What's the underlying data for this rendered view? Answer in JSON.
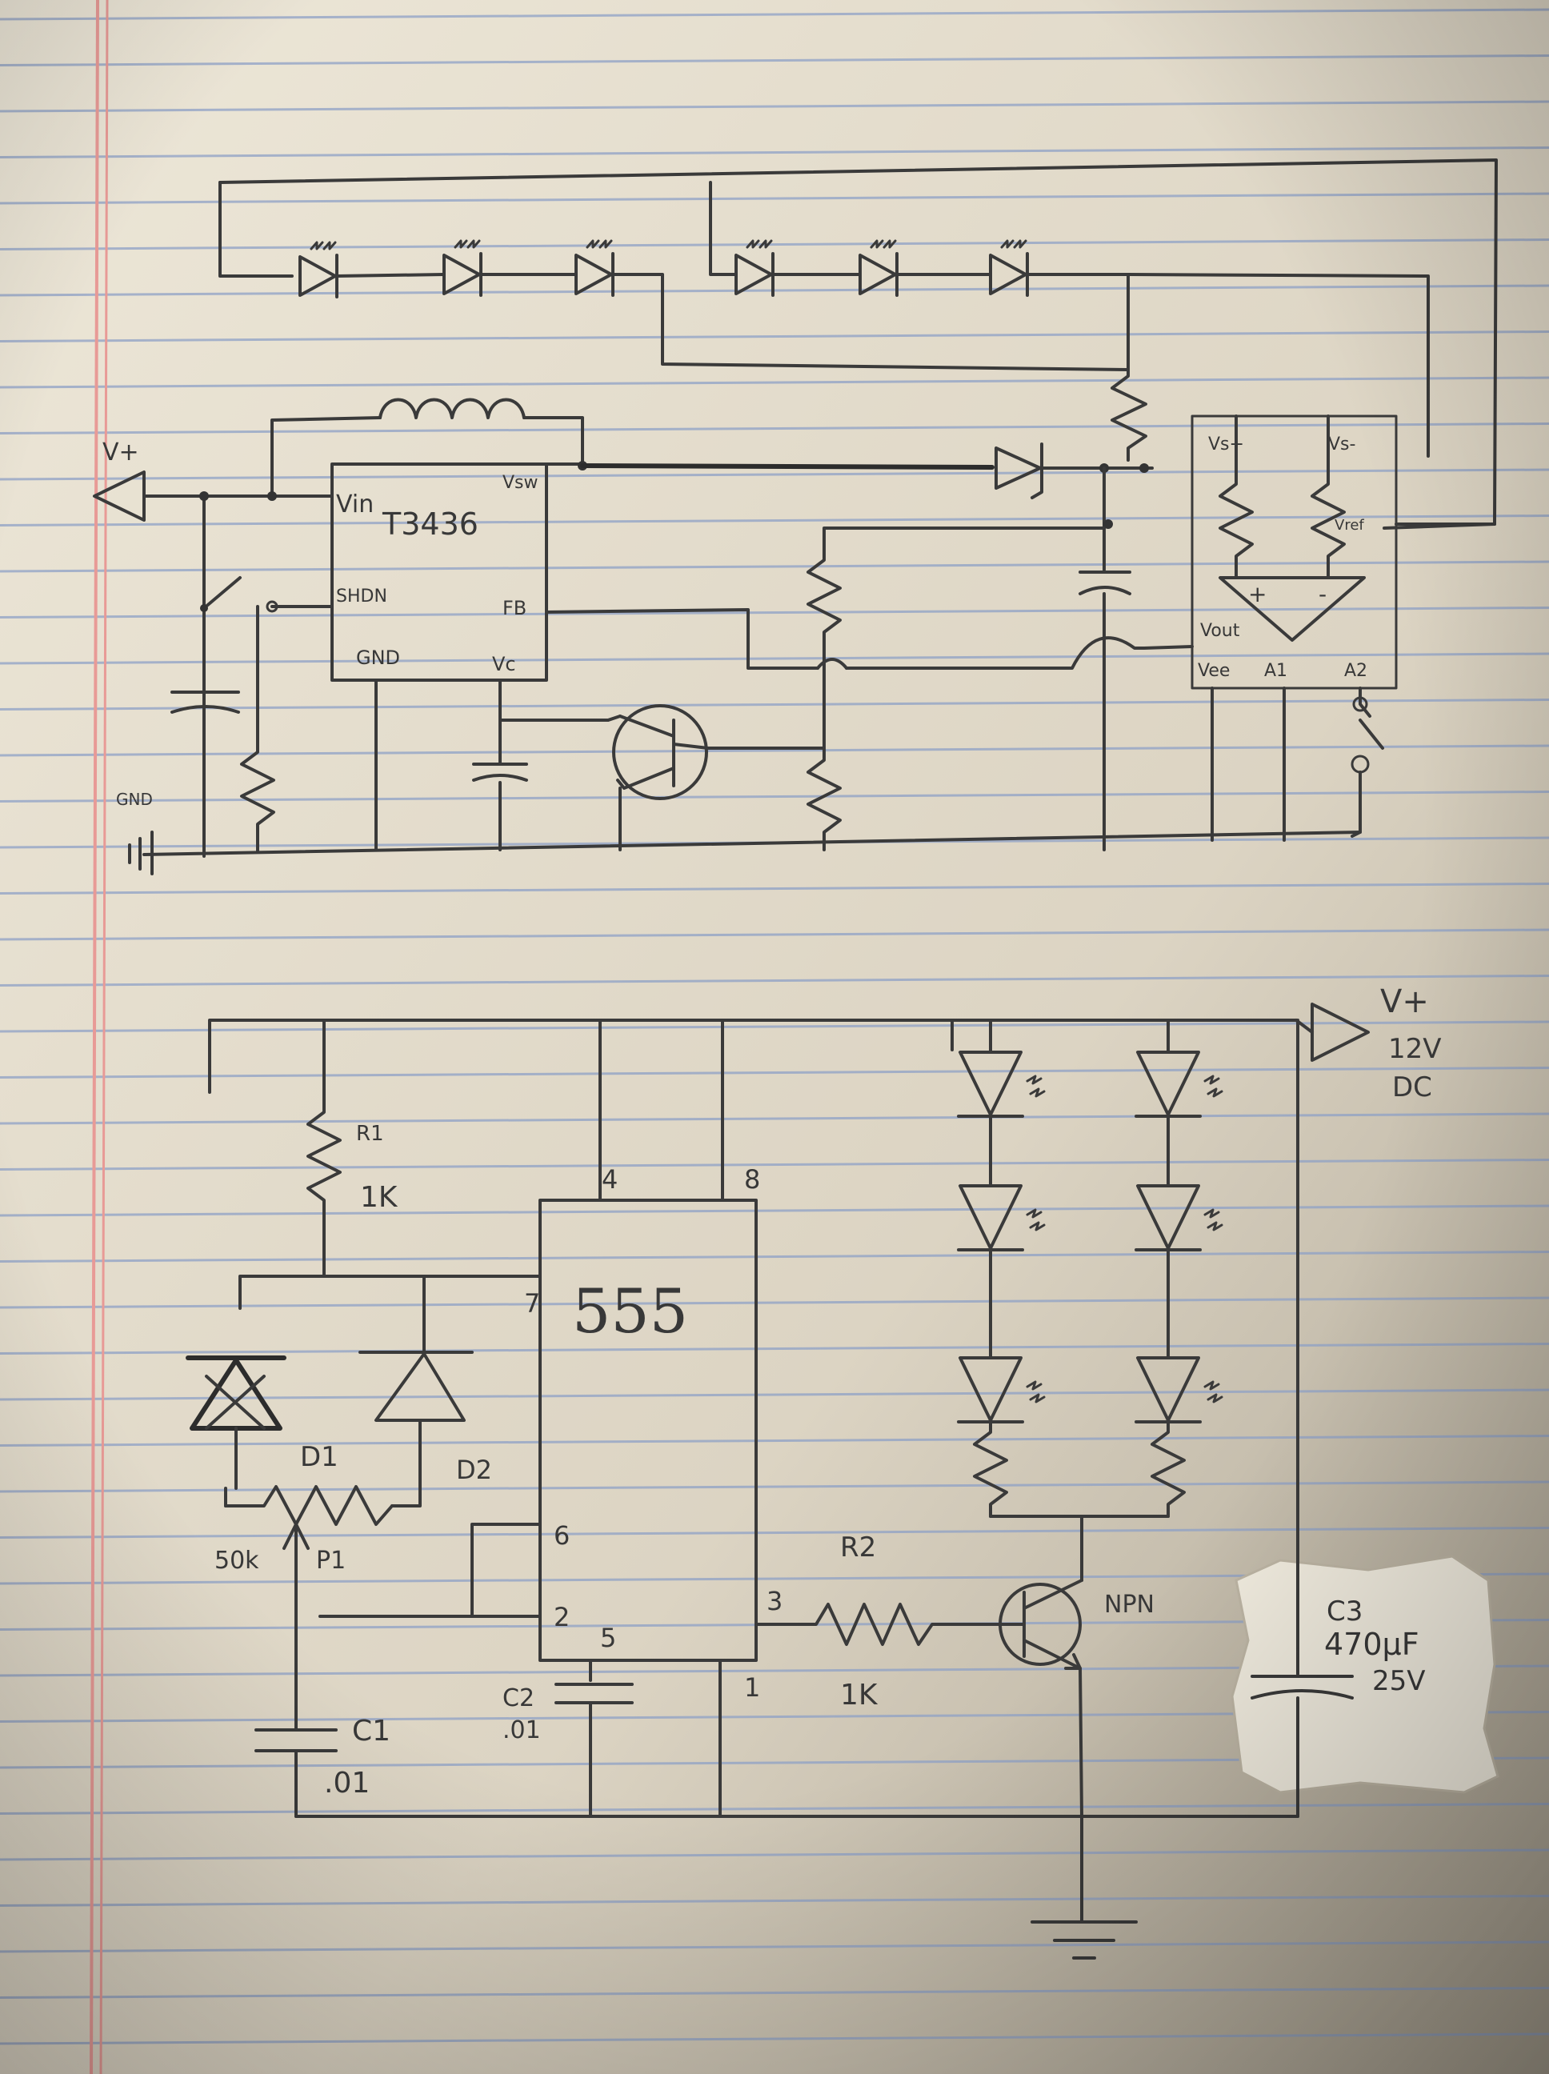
{
  "colors": {
    "paper": "#e3dccc",
    "paper_shadow": "#a49c8c",
    "rule_line": "#8ea0c6",
    "margin_line": "#e89a96",
    "ink": "#3a3a3a"
  },
  "top_circuit": {
    "ic_name": "T3436",
    "pin_vin": "Vin",
    "pin_vsw": "Vsw",
    "pin_shdn": "SHDN",
    "pin_fb": "FB",
    "pin_gnd": "GND",
    "pin_vc": "Vc",
    "supply_label": "V+",
    "ground_label": "GND",
    "opamp_vs_plus": "Vs+",
    "opamp_vs_minus": "Vs-",
    "opamp_vref": "Vref",
    "opamp_vout": "Vout",
    "opamp_vee": "Vee",
    "opamp_a1": "A1",
    "opamp_a2": "A2",
    "opamp_plus": "+",
    "opamp_minus": "-"
  },
  "bottom_circuit": {
    "ic_name": "555",
    "pin_4": "4",
    "pin_8": "8",
    "pin_7": "7",
    "pin_6": "6",
    "pin_2": "2",
    "pin_5": "5",
    "pin_3": "3",
    "pin_1": "1",
    "r1_name": "R1",
    "r1_value": "1K",
    "d1_name": "D1",
    "d2_name": "D2",
    "p1_value": "50k",
    "p1_name": "P1",
    "c1_name": "C1",
    "c1_value": ".01",
    "c2_name": "C2",
    "c2_value": ".01",
    "r2_name": "R2",
    "r2_value": "1K",
    "transistor_label": "NPN",
    "supply_label": "V+",
    "supply_voltage": "12V",
    "supply_type": "DC",
    "c3_name": "C3",
    "c3_value": "470μF",
    "c3_voltage": "25V"
  }
}
